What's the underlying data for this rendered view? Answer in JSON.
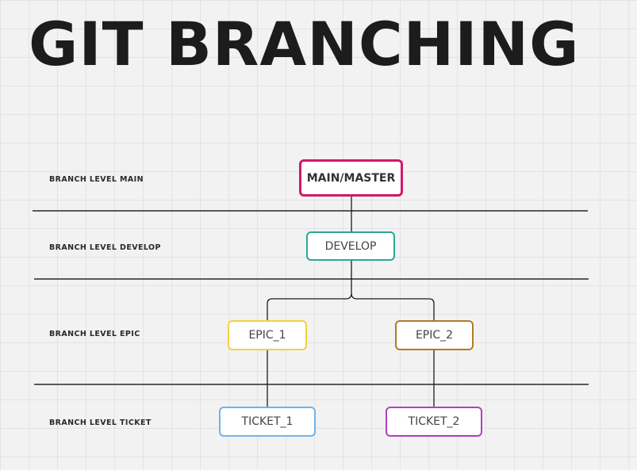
{
  "title": "GIT BRANCHING",
  "levels": [
    {
      "label": "BRANCH LEVEL MAIN"
    },
    {
      "label": "BRANCH LEVEL DEVELOP"
    },
    {
      "label": "BRANCH LEVEL EPIC"
    },
    {
      "label": "BRANCH LEVEL TICKET"
    }
  ],
  "nodes": {
    "main": {
      "label": "MAIN/MASTER",
      "color": "#d0186b"
    },
    "develop": {
      "label": "DEVELOP",
      "color": "#2aa894"
    },
    "epic_1": {
      "label": "EPIC_1",
      "color": "#f3d13f"
    },
    "epic_2": {
      "label": "EPIC_2",
      "color": "#b57a22"
    },
    "ticket_1": {
      "label": "TICKET_1",
      "color": "#6fb2ec"
    },
    "ticket_2": {
      "label": "TICKET_2",
      "color": "#b43fc0"
    }
  }
}
